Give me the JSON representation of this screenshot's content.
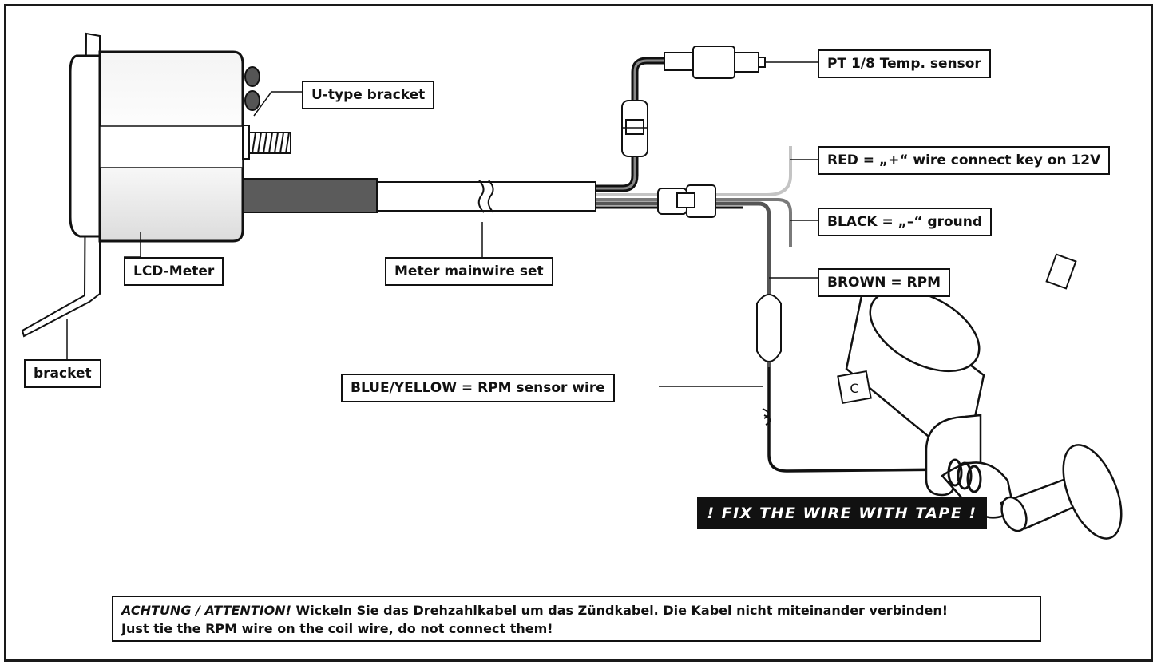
{
  "labels": {
    "u_type_bracket": "U-type bracket",
    "lcd_meter": "LCD-Meter",
    "bracket": "bracket",
    "mainwire": "Meter mainwire set",
    "temp_sensor": "PT 1/8 Temp. sensor",
    "red_wire": "RED = „+“ wire connect key on 12V",
    "black_wire": "BLACK = „–“ ground",
    "brown_wire": "BROWN = RPM",
    "blue_yellow_wire": "BLUE/YELLOW = RPM sensor wire"
  },
  "coil_marker": "C",
  "tape_banner": "! FIX THE WIRE WITH TAPE !",
  "attention": {
    "heading": "ACHTUNG / ATTENTION!",
    "line1": " Wickeln Sie das Drehzahlkabel um das Zündkabel. Die Kabel nicht miteinander verbinden!",
    "line2": "Just tie the RPM wire on the coil wire, do not connect them!"
  },
  "colors": {
    "red_wire": "#c4c4c4",
    "black_wire": "#7a7a7a",
    "brown_wire": "#555555",
    "blue_yellow_wire": "#111111",
    "sheath": "#5b5b5b"
  }
}
